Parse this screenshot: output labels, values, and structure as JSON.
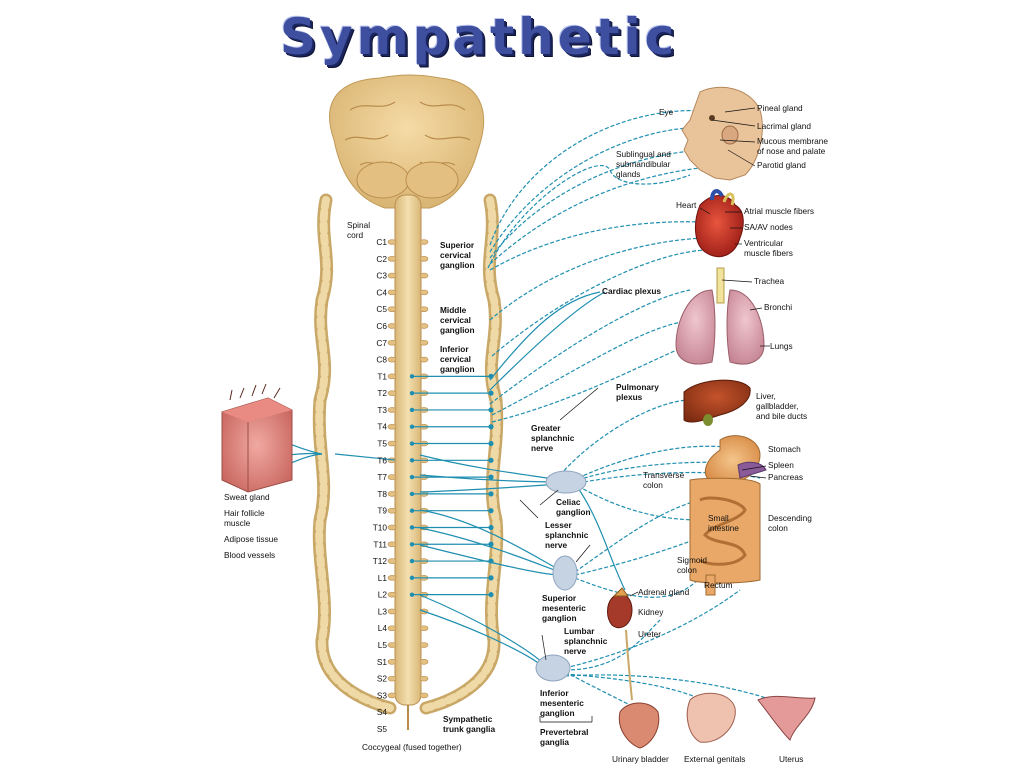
{
  "title": "Sympathetic",
  "colors": {
    "nerve": "#1f8fb0",
    "cord": "#e9cf98",
    "cord_edge": "#c9a867",
    "ganglion": "#c6d3e3"
  },
  "spine_labels": {
    "spinal_cord": [
      "Spinal",
      "cord"
    ],
    "segments": [
      "C1",
      "C2",
      "C3",
      "C4",
      "C5",
      "C6",
      "C7",
      "C8",
      "T1",
      "T2",
      "T3",
      "T4",
      "T5",
      "T6",
      "T7",
      "T8",
      "T9",
      "T10",
      "T11",
      "T12",
      "L1",
      "L2",
      "L3",
      "L4",
      "L5",
      "S1",
      "S2",
      "S3",
      "S4",
      "S5"
    ],
    "coccygeal": "Coccygeal (fused together)",
    "sympathetic_trunk": [
      "Sympathetic",
      "trunk ganglia"
    ]
  },
  "ganglia": {
    "superior_cervical": [
      "Superior",
      "cervical",
      "ganglion"
    ],
    "middle_cervical": [
      "Middle",
      "cervical",
      "ganglion"
    ],
    "inferior_cervical": [
      "Inferior",
      "cervical",
      "ganglion"
    ],
    "cardiac_plexus": "Cardiac plexus",
    "pulmonary_plexus": [
      "Pulmonary",
      "plexus"
    ],
    "greater_splanchnic": [
      "Greater",
      "splanchnic",
      "nerve"
    ],
    "celiac": [
      "Celiac",
      "ganglion"
    ],
    "lesser_splanchnic": [
      "Lesser",
      "splanchnic",
      "nerve"
    ],
    "superior_mesenteric": [
      "Superior",
      "mesenteric",
      "ganglion"
    ],
    "lumbar_splanchnic": [
      "Lumbar",
      "splanchnic",
      "nerve"
    ],
    "inferior_mesenteric": [
      "Inferior",
      "mesenteric",
      "ganglion"
    ],
    "prevertebral": [
      "Prevertebral",
      "ganglia"
    ]
  },
  "skin_labels": [
    "Sweat gland",
    "Hair follicle",
    "muscle",
    "Adipose tissue",
    "Blood vessels"
  ],
  "organ_labels": {
    "eye": "Eye",
    "pineal_gland": "Pineal gland",
    "lacrimal_gland": "Lacrimal gland",
    "mucous_membrane": [
      "Mucous membrane",
      "of nose and palate"
    ],
    "parotid_gland": "Parotid gland",
    "sublingual": [
      "Sublingual and",
      "submandibular",
      "glands"
    ],
    "heart": "Heart",
    "atrial": "Atrial muscle fibers",
    "sa_av": "SA/AV nodes",
    "ventricular": [
      "Ventricular",
      "muscle fibers"
    ],
    "trachea": "Trachea",
    "bronchi": "Bronchi",
    "lungs": "Lungs",
    "liver": [
      "Liver,",
      "gallbladder,",
      "and bile ducts"
    ],
    "stomach": "Stomach",
    "spleen": "Spleen",
    "pancreas": "Pancreas",
    "transverse_colon": [
      "Transverse",
      "colon"
    ],
    "small_intestine": [
      "Small",
      "intestine"
    ],
    "descending_colon": [
      "Descending",
      "colon"
    ],
    "sigmoid_colon": [
      "Sigmoid",
      "colon"
    ],
    "rectum": "Rectum",
    "adrenal_gland": "Adrenal gland",
    "kidney": "Kidney",
    "ureter": "Ureter",
    "urinary_bladder": "Urinary bladder",
    "external_genitals": "External genitals",
    "uterus": "Uterus"
  }
}
